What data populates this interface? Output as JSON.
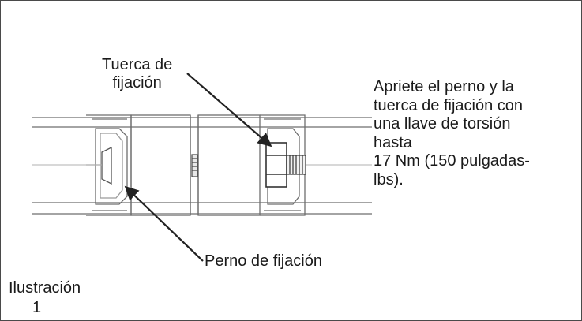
{
  "labels": {
    "nut": [
      "Tuerca de",
      "fijación"
    ],
    "bolt": "Perno de fijación"
  },
  "instruction": [
    "Apriete el perno y la",
    "tuerca de fijación con",
    "una llave de torsión",
    "hasta",
    "17 Nm (150 pulgadas-",
    "lbs)."
  ],
  "caption": [
    "Ilustración",
    "1"
  ],
  "colors": {
    "line": "#333333",
    "light_line": "#8a8a8a",
    "text": "#1a1a1a"
  }
}
